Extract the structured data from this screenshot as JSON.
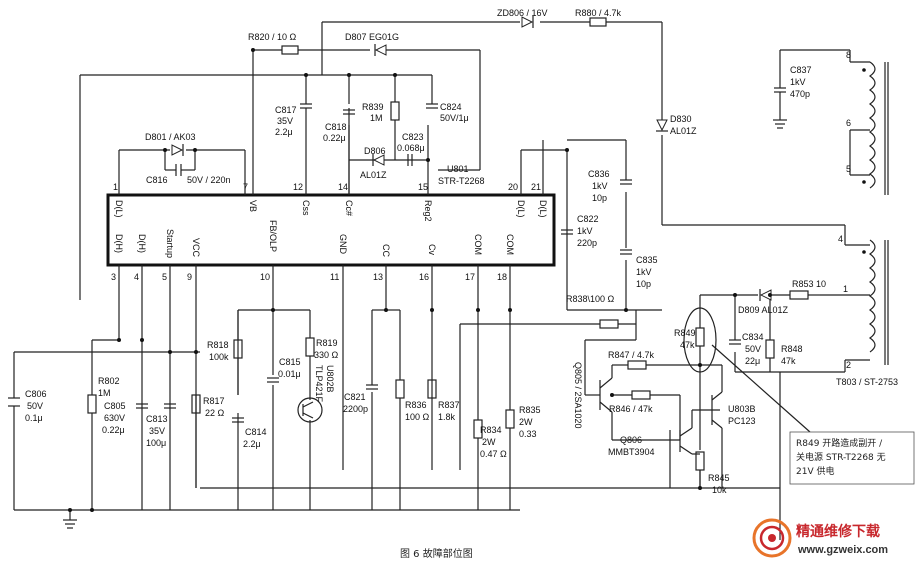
{
  "caption": "图 6  故障部位图",
  "note": [
    "R849 开路造成副开 /",
    "关电源 STR-T2268 无",
    "21V 供电"
  ],
  "watermark": {
    "title": "精通维修下载",
    "url": "www.gzweix.com"
  },
  "ic": {
    "ref": "U801",
    "part": "STR-T2268",
    "top_pins": [
      {
        "num": "1",
        "name": "D(L)"
      },
      {
        "num": "7",
        "name": "VB"
      },
      {
        "num": "12",
        "name": "Css"
      },
      {
        "num": "14",
        "name": "Cc#"
      },
      {
        "num": "15",
        "name": "Reg2"
      },
      {
        "num": "20",
        "name": "D(L)"
      },
      {
        "num": "21",
        "name": "D(L)"
      }
    ],
    "bottom_pins": [
      {
        "num": "3",
        "name": "D(H)"
      },
      {
        "num": "4",
        "name": "D(H)"
      },
      {
        "num": "5",
        "name": "Startup"
      },
      {
        "num": "9",
        "name": "VCC"
      },
      {
        "num": "10",
        "name": "FB/OLP"
      },
      {
        "num": "11",
        "name": "GND"
      },
      {
        "num": "13",
        "name": "CC"
      },
      {
        "num": "16",
        "name": "Cv"
      },
      {
        "num": "17",
        "name": "COM"
      },
      {
        "num": "18",
        "name": "COM"
      }
    ]
  },
  "components": {
    "zd806": "ZD806 / 16V",
    "r880": "R880 / 4.7k",
    "r820": "R820 / 10 Ω",
    "d807": "D807 EG01G",
    "d801": "D801 / AK03",
    "c816": "C816",
    "c816v": "50V / 220n",
    "c817": [
      "C817",
      "35V",
      "2.2μ"
    ],
    "c818": [
      "C818",
      "0.22μ"
    ],
    "r839": [
      "R839",
      "1M"
    ],
    "c824": [
      "C824",
      "50V/1μ"
    ],
    "c823": [
      "C823",
      "0.068μ"
    ],
    "d806": [
      "D806",
      "AL01Z"
    ],
    "d830": [
      "D830",
      "AL01Z"
    ],
    "c837": [
      "C837",
      "1kV",
      "470p"
    ],
    "c836": [
      "C836",
      "1kV",
      "10p"
    ],
    "c822": [
      "C822",
      "1kV",
      "220p"
    ],
    "c835": [
      "C835",
      "1kV",
      "10p"
    ],
    "r838": "R838\\100 Ω",
    "r853": "R853 10",
    "d809": "D809 AL01Z",
    "r849": [
      "R849",
      "47k"
    ],
    "c834": [
      "C834",
      "50V",
      "22μ"
    ],
    "r848": [
      "R848",
      "47k"
    ],
    "r847": "R847 / 4.7k",
    "r846": "R846 / 47k",
    "q805": "Q805 / 2SA1020",
    "q806": [
      "Q806",
      "MMBT3904"
    ],
    "u803b": [
      "U803B",
      "PC123"
    ],
    "r845": [
      "R845",
      "10k"
    ],
    "t803": "T803 / ST-2753",
    "c806": [
      "C806",
      "50V",
      "0.1μ"
    ],
    "r802": [
      "R802",
      "1M"
    ],
    "c805": [
      "C805",
      "630V",
      "0.22μ"
    ],
    "c813": [
      "C813",
      "35V",
      "100μ"
    ],
    "r817": [
      "R817",
      "22 Ω"
    ],
    "r818": [
      "R818",
      "100k"
    ],
    "c814": [
      "C814",
      "2.2μ"
    ],
    "c815": [
      "C815",
      "0.01μ"
    ],
    "r819": [
      "R819",
      "330 Ω"
    ],
    "u802b": [
      "U802B",
      "TLP421F"
    ],
    "c821": [
      "C821",
      "2200p"
    ],
    "r836": [
      "R836",
      "100 Ω"
    ],
    "r837": [
      "R837",
      "1.8k"
    ],
    "r834": [
      "R834",
      "2W",
      "0.47 Ω"
    ],
    "r835": [
      "R835",
      "2W",
      "0.33"
    ],
    "t_pins": [
      "8",
      "6",
      "5",
      "4",
      "1",
      "2"
    ]
  }
}
